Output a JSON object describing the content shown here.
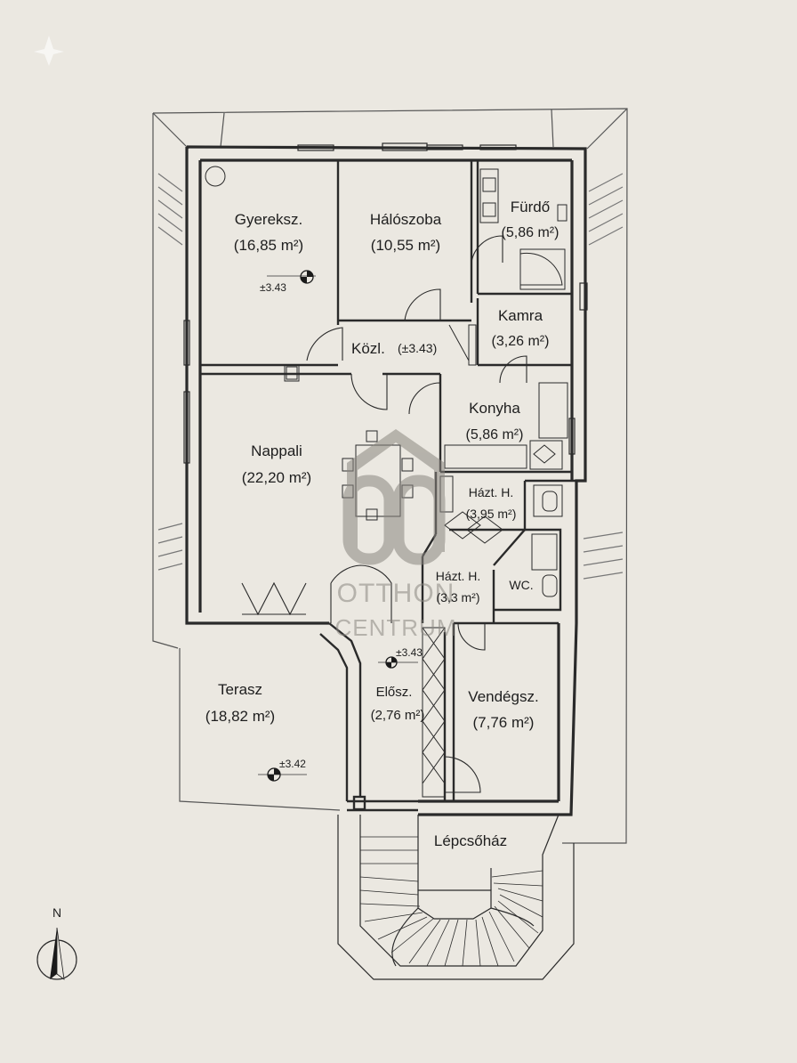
{
  "rooms": {
    "gyerek": {
      "name": "Gyereksz.",
      "area": "(16,85 m²)"
    },
    "halo": {
      "name": "Hálószoba",
      "area": "(10,55 m²)"
    },
    "furdo": {
      "name": "Fürdő",
      "area": "(5,86 m²)"
    },
    "kamra": {
      "name": "Kamra",
      "area": "(3,26 m²)"
    },
    "kozl": {
      "name": "Közl.",
      "area": "(±3.43)"
    },
    "konyha": {
      "name": "Konyha",
      "area": "(5,86 m²)"
    },
    "nappali": {
      "name": "Nappali",
      "area": "(22,20 m²)"
    },
    "haztar1": {
      "name": "Házt. H.",
      "area": "(3,95 m²)"
    },
    "haztar2": {
      "name": "Házt. H.",
      "area": "(3,3 m²)"
    },
    "wc": {
      "name": "WC."
    },
    "terasz": {
      "name": "Terasz",
      "area": "(18,82 m²)"
    },
    "eloszoba": {
      "name": "Elősz.",
      "area": "(2,76 m²)"
    },
    "vendeg": {
      "name": "Vendégsz.",
      "area": "(7,76 m²)"
    },
    "lepcso": {
      "name": "Lépcsőház"
    }
  },
  "levels": {
    "gyerek": "±3.43",
    "eloszoba": "±3.43",
    "terasz": "±3.42"
  },
  "compass": {
    "label": "N"
  },
  "watermark": {
    "line1": "OTTHON",
    "line2": "CENTRUM"
  },
  "colors": {
    "paper": "#ebe8e1",
    "ink": "#2a2a2a",
    "watermark": "#8a8680"
  }
}
